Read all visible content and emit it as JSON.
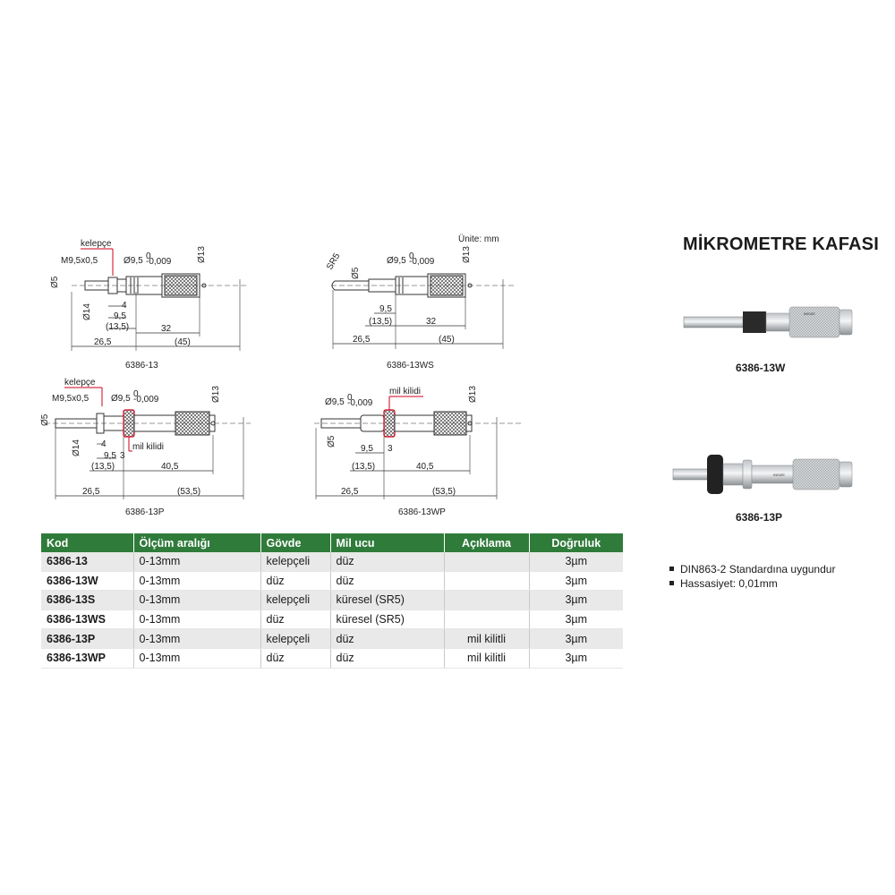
{
  "page": {
    "title": "MİKROMETRE KAFASI",
    "unit_note": "Ünite: mm"
  },
  "drawings": [
    {
      "caption": "6386-13",
      "labels": {
        "clamp": "kelepçe",
        "thread": "M9,5x0,5",
        "dia_spindle": "Ø9,5",
        "tol": "-0,009",
        "tol_top": "0",
        "dia13": "Ø13",
        "dia5": "Ø5",
        "dia14": "Ø14",
        "d4": "4",
        "d95": "9,5",
        "d135": "(13,5)",
        "d32": "32",
        "d265": "26,5",
        "d45": "(45)"
      }
    },
    {
      "caption": "6386-13WS",
      "labels": {
        "sr": "SR5",
        "dia5": "Ø5",
        "dia_spindle": "Ø9,5",
        "tol": "-0,009",
        "tol_top": "0",
        "dia13": "Ø13",
        "d95": "9,5",
        "d135": "(13,5)",
        "d32": "32",
        "d265": "26,5",
        "d45": "(45)"
      }
    },
    {
      "caption": "6386-13P",
      "labels": {
        "clamp": "kelepçe",
        "thread": "M9,5x0,5",
        "dia_spindle": "Ø9,5",
        "tol": "-0,009",
        "tol_top": "0",
        "dia13": "Ø13",
        "dia5": "Ø5",
        "dia14": "Ø14",
        "lock": "mil kilidi",
        "d4": "4",
        "d95": "9,5",
        "d3": "3",
        "d135": "(13,5)",
        "d405": "40,5",
        "d265": "26,5",
        "d535": "(53,5)"
      }
    },
    {
      "caption": "6386-13WP",
      "labels": {
        "lock": "mil kilidi",
        "dia_spindle": "Ø9,5",
        "tol": "-0,009",
        "tol_top": "0",
        "dia13": "Ø13",
        "dia5": "Ø5",
        "d95": "9,5",
        "d3": "3",
        "d135": "(13,5)",
        "d405": "40,5",
        "d265": "26,5",
        "d535": "(53,5)"
      }
    }
  ],
  "photos": [
    {
      "caption": "6386-13W",
      "icon": "micrometer-head-plain-icon"
    },
    {
      "caption": "6386-13P",
      "icon": "micrometer-head-lock-icon"
    }
  ],
  "table": {
    "headers": [
      "Kod",
      "Ölçüm aralığı",
      "Gövde",
      "Mil ucu",
      "Açıklama",
      "Doğruluk"
    ],
    "rows": [
      [
        "6386-13",
        "0-13mm",
        "kelepçeli",
        "düz",
        "",
        "3µm"
      ],
      [
        "6386-13W",
        "0-13mm",
        "düz",
        "düz",
        "",
        "3µm"
      ],
      [
        "6386-13S",
        "0-13mm",
        "kelepçeli",
        "küresel (SR5)",
        "",
        "3µm"
      ],
      [
        "6386-13WS",
        "0-13mm",
        "düz",
        "küresel (SR5)",
        "",
        "3µm"
      ],
      [
        "6386-13P",
        "0-13mm",
        "kelepçeli",
        "düz",
        "mil kilitli",
        "3µm"
      ],
      [
        "6386-13WP",
        "0-13mm",
        "düz",
        "düz",
        "mil kilitli",
        "3µm"
      ]
    ]
  },
  "notes": [
    "DIN863-2 Standardına uygundur",
    "Hassasiyet: 0,01mm"
  ],
  "colors": {
    "header_green": "#2f7b3a",
    "row_shade": "#e9e9e9",
    "clamp_marker": "#d0021b"
  }
}
